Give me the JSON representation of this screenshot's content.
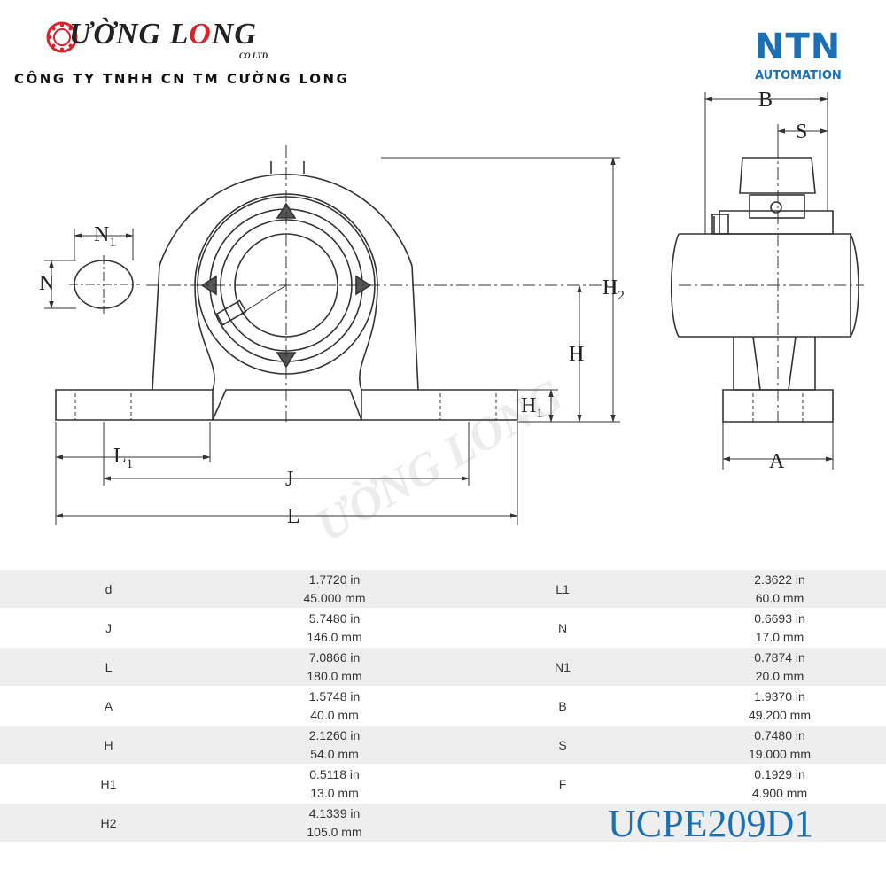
{
  "brand": {
    "name_first": "C",
    "name_rest": "ƯỜNG L",
    "name_o": "O",
    "name_end": "NG",
    "suffix": "CO LTD",
    "company": "CÔNG TY TNHH CN TM CƯỜNG LONG"
  },
  "ntn": {
    "logo": "NTN",
    "sub": "AUTOMATION",
    "color": "#1b6fb5"
  },
  "accent_red": "#d9232d",
  "dimensions": {
    "N1": "N",
    "N1_sub": "1",
    "N": "N",
    "H2": "H",
    "H2_sub": "2",
    "H": "H",
    "H1": "H",
    "H1_sub": "1",
    "L1": "L",
    "L1_sub": "1",
    "J": "J",
    "L": "L",
    "B": "B",
    "S": "S",
    "A": "A"
  },
  "specs": [
    {
      "k1": "d",
      "v1a": "1.7720 in",
      "v1b": "45.000 mm",
      "k2": "L1",
      "v2a": "2.3622 in",
      "v2b": "60.0 mm"
    },
    {
      "k1": "J",
      "v1a": "5.7480 in",
      "v1b": "146.0 mm",
      "k2": "N",
      "v2a": "0.6693 in",
      "v2b": "17.0 mm"
    },
    {
      "k1": "L",
      "v1a": "7.0866 in",
      "v1b": "180.0 mm",
      "k2": "N1",
      "v2a": "0.7874 in",
      "v2b": "20.0 mm"
    },
    {
      "k1": "A",
      "v1a": "1.5748 in",
      "v1b": "40.0 mm",
      "k2": "B",
      "v2a": "1.9370 in",
      "v2b": "49.200 mm"
    },
    {
      "k1": "H",
      "v1a": "2.1260 in",
      "v1b": "54.0 mm",
      "k2": "S",
      "v2a": "0.7480 in",
      "v2b": "19.000 mm"
    },
    {
      "k1": "H1",
      "v1a": "0.5118 in",
      "v1b": "13.0 mm",
      "k2": "F",
      "v2a": "0.1929 in",
      "v2b": "4.900 mm"
    },
    {
      "k1": "H2",
      "v1a": "4.1339 in",
      "v1b": "105.0 mm"
    }
  ],
  "model": "UCPE209D1"
}
